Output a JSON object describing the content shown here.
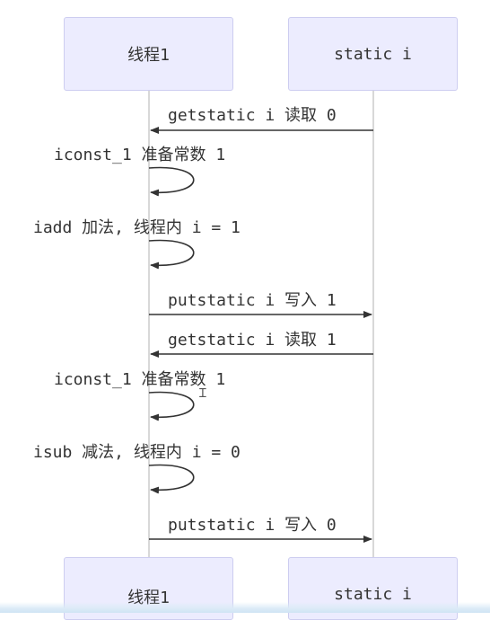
{
  "participants": {
    "thread": "线程1",
    "static_var": "static i"
  },
  "messages": [
    {
      "text": "getstatic i 读取 0",
      "from": "static_var",
      "to": "thread"
    },
    {
      "text": "iconst_1 准备常数 1",
      "from": "thread",
      "to": "thread"
    },
    {
      "text": "iadd 加法, 线程内 i = 1",
      "from": "thread",
      "to": "thread"
    },
    {
      "text": "putstatic i 写入 1",
      "from": "thread",
      "to": "static_var"
    },
    {
      "text": "getstatic i 读取 1",
      "from": "static_var",
      "to": "thread"
    },
    {
      "text": "iconst_1 准备常数 1",
      "from": "thread",
      "to": "thread"
    },
    {
      "text": "isub 减法, 线程内 i = 0",
      "from": "thread",
      "to": "thread"
    },
    {
      "text": "putstatic i 写入 0",
      "from": "thread",
      "to": "static_var"
    }
  ],
  "colors": {
    "actor_fill": "#ececfe",
    "actor_border": "#cdcdf0",
    "lifeline": "#cccccc",
    "arrow": "#333333",
    "text": "#333333"
  }
}
